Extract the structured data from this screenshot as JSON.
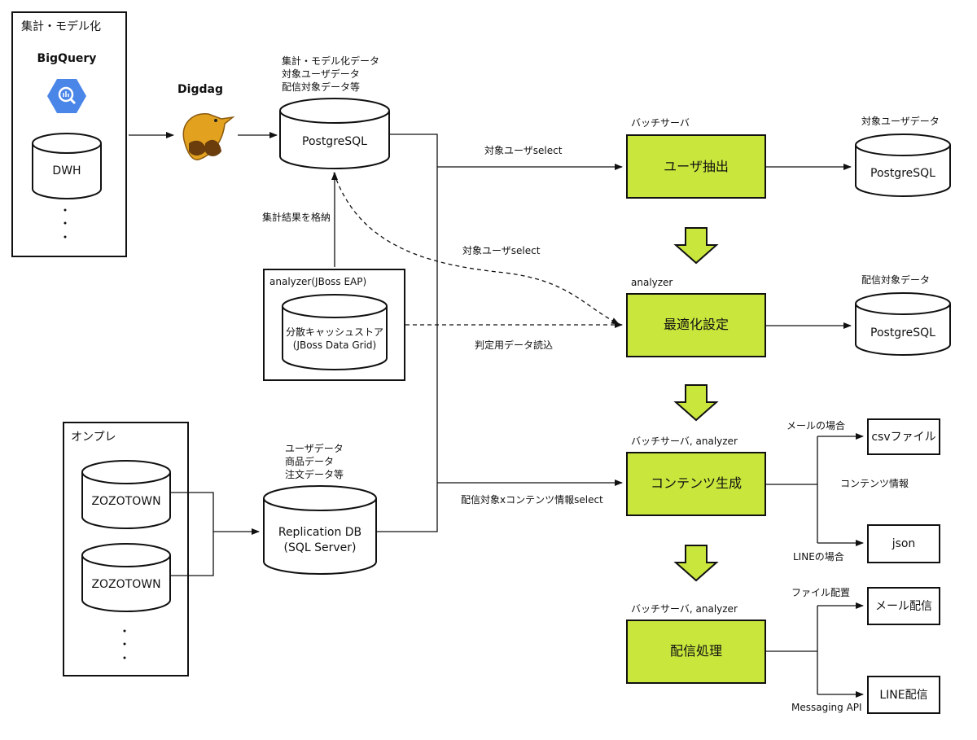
{
  "colors": {
    "process_fill": "#c8e63c",
    "stroke": "#111111",
    "bq_blue": "#4a86e8"
  },
  "containers": {
    "aggregation": {
      "title": "集計・モデル化",
      "bigquery_label": "BigQuery",
      "dwh_label": "DWH",
      "ellipsis": "・\n・\n・"
    },
    "analyzer_box": {
      "title": "analyzer(JBoss EAP)",
      "cache_line1": "分散キャッシュストア",
      "cache_line2": "(JBoss Data Grid)"
    },
    "onpre": {
      "title": "オンプレ",
      "db1": "ZOZOTOWN",
      "db2": "ZOZOTOWN"
    }
  },
  "digdag": {
    "label": "Digdag",
    "icon": "digdag-bird-icon"
  },
  "central_pg": {
    "label": "PostgreSQL",
    "notes": [
      "集計・モデル化データ",
      "対象ユーザデータ",
      "配信対象データ等"
    ]
  },
  "replication_db": {
    "line1": "Replication DB",
    "line2": "(SQL Server)",
    "notes": [
      "ユーザデータ",
      "商品データ",
      "注文データ等"
    ]
  },
  "edge_labels": {
    "store_results": "集計結果を格納",
    "target_select_1": "対象ユーザselect",
    "target_select_2": "対象ユーザselect",
    "judgment_read": "判定用データ読込",
    "content_select": "配信対象xコンテンツ情報select"
  },
  "processes": {
    "extract": {
      "label": "ユーザ抽出",
      "host": "バッチサーバ"
    },
    "optimize": {
      "label": "最適化設定",
      "host": "analyzer"
    },
    "generate": {
      "label": "コンテンツ生成",
      "host": "バッチサーバ, analyzer"
    },
    "deliver": {
      "label": "配信処理",
      "host": "バッチサーバ, analyzer"
    }
  },
  "outputs": {
    "target_pg": {
      "title": "対象ユーザデータ",
      "label": "PostgreSQL"
    },
    "delivery_pg": {
      "title": "配信対象データ",
      "label": "PostgreSQL"
    },
    "csv": {
      "label": "csvファイル",
      "edge": "メールの場合"
    },
    "json": {
      "label": "json",
      "edge": "LINEの場合"
    },
    "content_info": "コンテンツ情報",
    "mail": {
      "label": "メール配信",
      "edge": "ファイル配置"
    },
    "line": {
      "label": "LINE配信",
      "edge": "Messaging API"
    }
  }
}
